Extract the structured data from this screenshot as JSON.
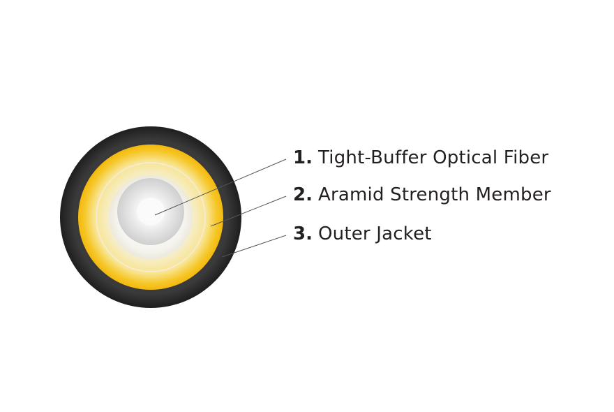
{
  "labels": [
    {
      "number": "1.",
      "text": "Tight-Buffer Optical Fiber"
    },
    {
      "number": "2.",
      "text": "Aramid Strength Member"
    },
    {
      "number": "3.",
      "text": "Outer Jacket"
    }
  ],
  "colors": {
    "outer_jacket": "#2a2a2a",
    "aramid_yellow": "#f7c21a",
    "aramid_inner": "#f2eed8",
    "fiber_core": "#e3e3e3",
    "leader_line": "#555555",
    "text": "#231f20"
  }
}
